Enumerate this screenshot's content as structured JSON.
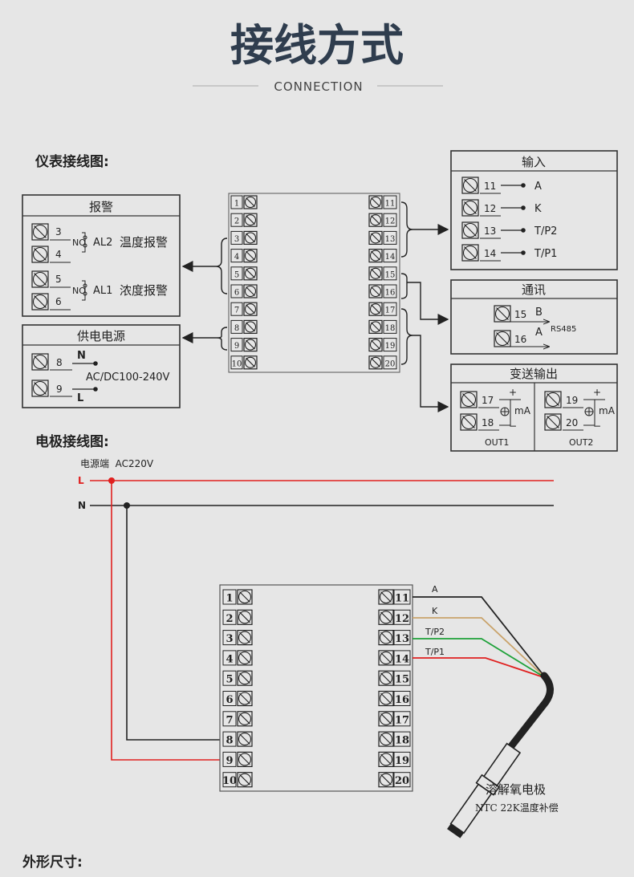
{
  "header": {
    "title": "接线方式",
    "subtitle": "CONNECTION"
  },
  "sections": {
    "meter_wiring": "仪表接线图:",
    "electrode_wiring": "电极接线图:",
    "dimensions": "外形尺寸:"
  },
  "terminals": [
    "1",
    "2",
    "3",
    "4",
    "5",
    "6",
    "7",
    "8",
    "9",
    "10",
    "11",
    "12",
    "13",
    "14",
    "15",
    "16",
    "17",
    "18",
    "19",
    "20"
  ],
  "alarm_box": {
    "title": "报警",
    "rows": [
      {
        "num": "3"
      },
      {
        "num": "4"
      },
      {
        "num": "5"
      },
      {
        "num": "6"
      }
    ],
    "no1": "NO",
    "al2": "AL2",
    "al2_desc": "温度报警",
    "no2": "NO",
    "al1": "AL1",
    "al1_desc": "浓度报警"
  },
  "power_box": {
    "title": "供电电源",
    "pin8": "8",
    "pin9": "9",
    "n": "N",
    "l": "L",
    "voltage": "AC/DC100-240V"
  },
  "input_box": {
    "title": "输入",
    "rows": [
      {
        "num": "11",
        "label": "A"
      },
      {
        "num": "12",
        "label": "K"
      },
      {
        "num": "13",
        "label": "T/P2"
      },
      {
        "num": "14",
        "label": "T/P1"
      }
    ]
  },
  "comm_box": {
    "title": "通讯",
    "pin15": "15",
    "pin16": "16",
    "b": "B",
    "a": "A",
    "protocol": "RS485"
  },
  "output_box": {
    "title": "变送输出",
    "out1": {
      "p1": "17",
      "p2": "18",
      "name": "OUT1"
    },
    "out2": {
      "p1": "19",
      "p2": "20",
      "name": "OUT2"
    },
    "plus": "+",
    "minus": "−",
    "unit": "mA"
  },
  "electrode": {
    "power_label": "电源端  AC220V",
    "l": "L",
    "n": "N",
    "wire_a": "A",
    "wire_k": "K",
    "wire_tp2": "T/P2",
    "wire_tp1": "T/P1",
    "probe_name": "溶解氧电极",
    "probe_desc": "NTC 22K温度补偿"
  },
  "colors": {
    "background": "#e6e6e6",
    "title": "#2f3d4e",
    "red": "#e0201f",
    "tan": "#c9a36b",
    "green": "#1fa23a",
    "black": "#222222"
  }
}
